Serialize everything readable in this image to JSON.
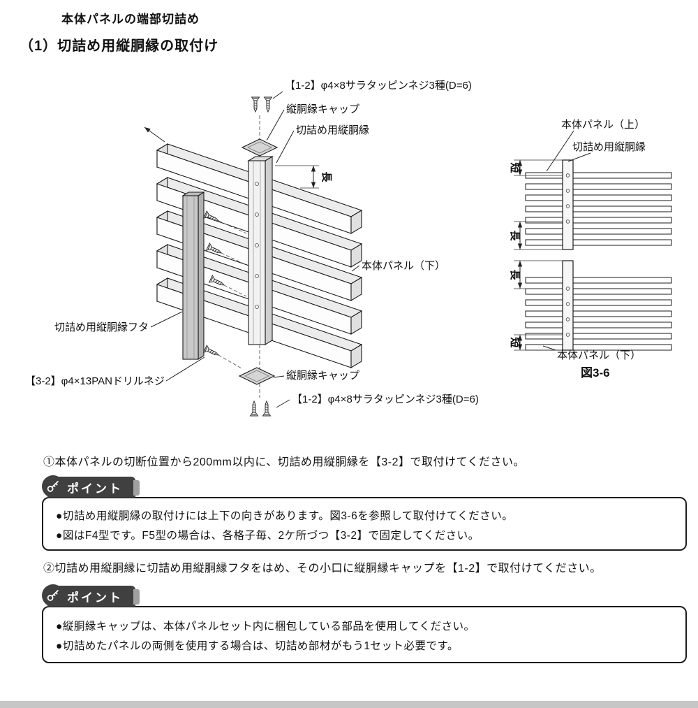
{
  "header": {
    "title": "本体パネルの端部切詰め",
    "subtitle": "（1）切詰め用縦胴縁の取付け"
  },
  "main_diagram": {
    "screw_top_label": "【1-2】φ4×8サラタッピンネジ3種(D=6)",
    "cap_top_label": "縦胴縁キャップ",
    "furring_label": "切詰め用縦胴縁",
    "dim_long": "長",
    "panel_lower_label": "本体パネル（下）",
    "cover_label": "切詰め用縦胴縁フタ",
    "drill_screw_label": "【3-2】φ4×13PANドリルネジ",
    "cap_bottom_label": "縦胴縁キャップ",
    "screw_bottom_label": "【1-2】φ4×8サラタッピンネジ3種(D=6)"
  },
  "side_diagram": {
    "panel_upper_label": "本体パネル（上）",
    "furring_label": "切詰め用縦胴縁",
    "dim_short_top": "短",
    "dim_long_top": "長",
    "dim_long_bottom": "長",
    "dim_short_bottom": "短",
    "panel_lower_label": "本体パネル（下）",
    "caption": "図3-6"
  },
  "steps": {
    "step1": "①本体パネルの切断位置から200mm以内に、切詰め用縦胴縁を【3-2】で取付けてください。",
    "step2": "②切詰め用縦胴縁に切詰め用縦胴縁フタをはめ、その小口に縦胴縁キャップを【1-2】で取付けてください。"
  },
  "point_box1": {
    "label": "ポイント",
    "items": [
      "●切詰め用縦胴縁の取付けには上下の向きがあります。図3-6を参照して取付けてください。",
      "●図はF4型です。F5型の場合は、各格子毎、2ケ所づつ【3-2】で固定してください。"
    ]
  },
  "point_box2": {
    "label": "ポイント",
    "items": [
      "●縦胴縁キャップは、本体パネルセット内に梱包している部品を使用してください。",
      "●切詰めたパネルの両側を使用する場合は、切詰め部材がもう1セット必要です。"
    ]
  },
  "colors": {
    "tab_bg": "#404040",
    "line": "#1a1a1a",
    "page_edge": "#c6c6c6"
  }
}
